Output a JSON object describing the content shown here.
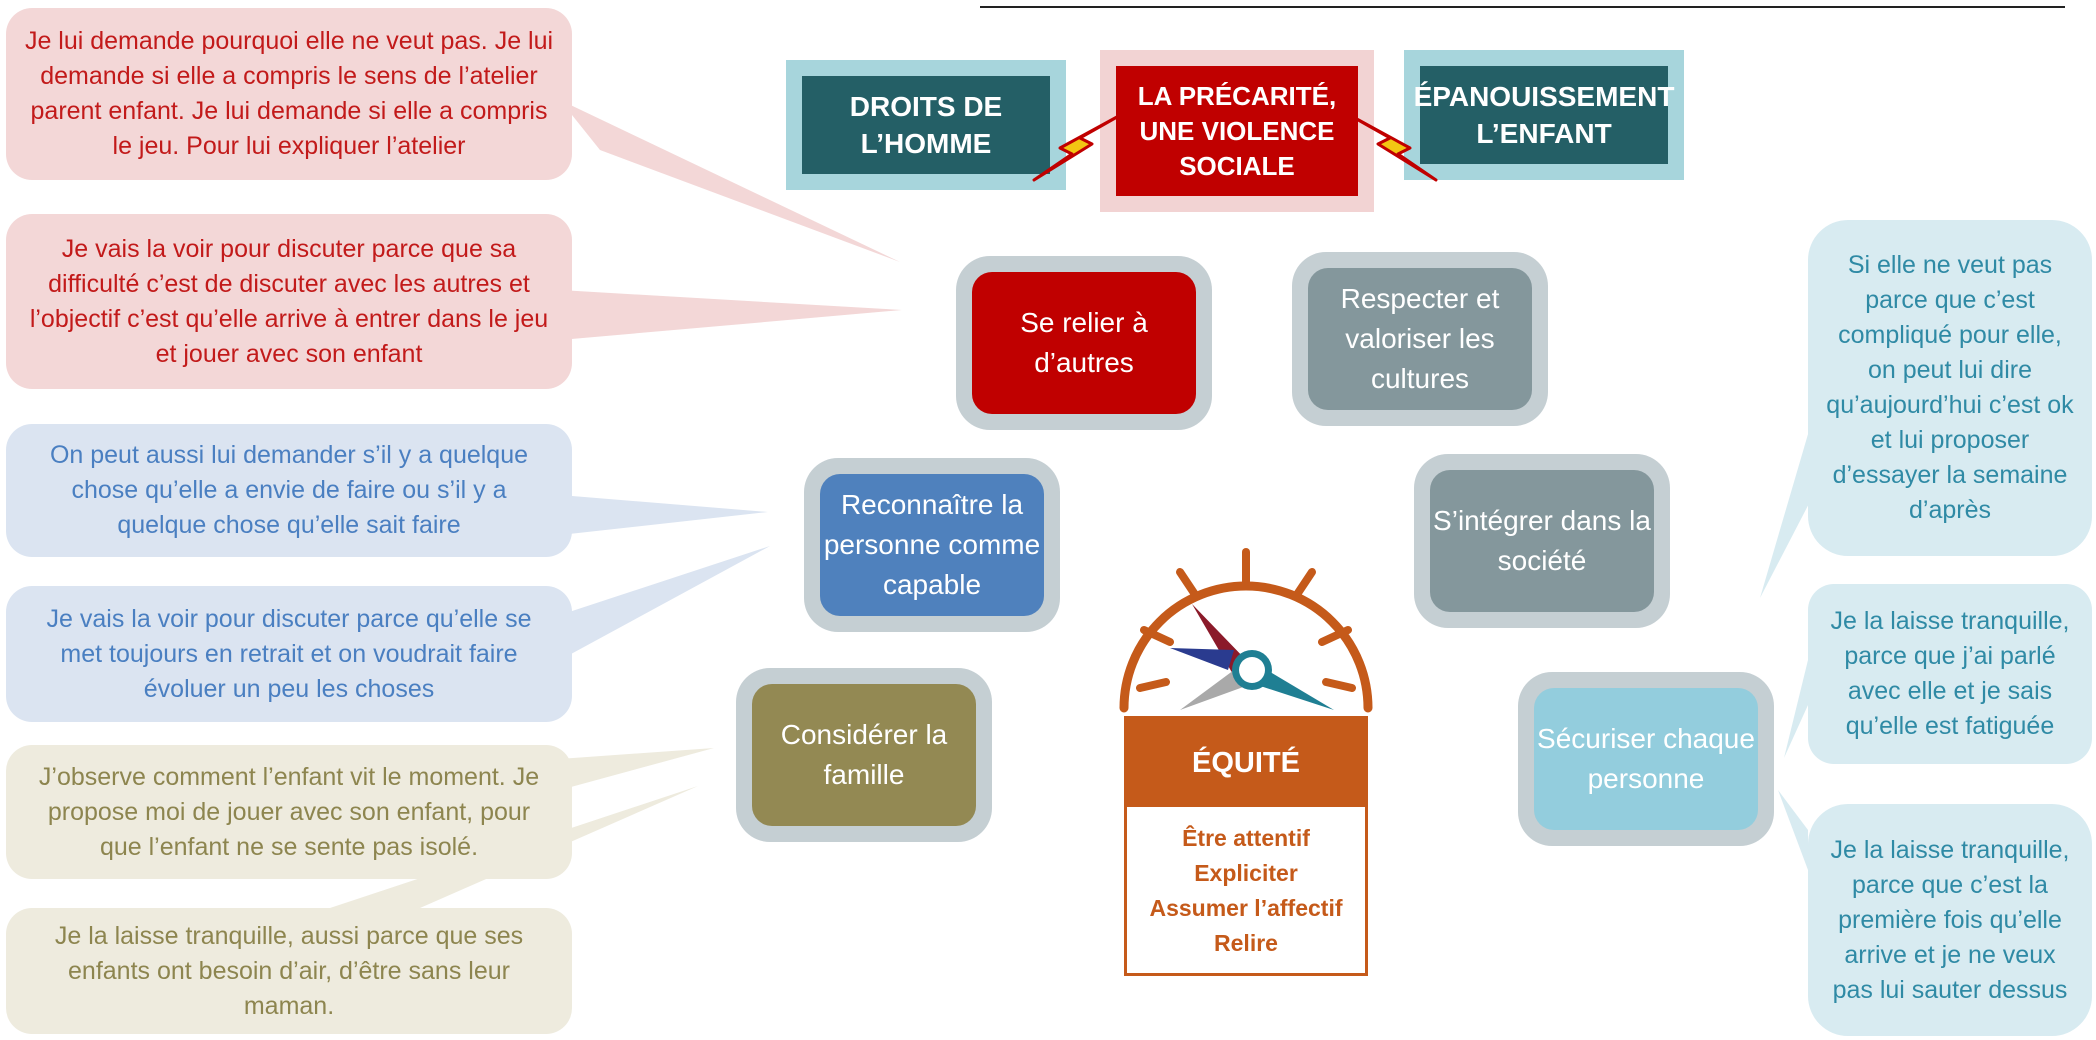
{
  "colors": {
    "red": "#c00000",
    "teal": "#245f66",
    "grey": "#84979c",
    "blue": "#4f81bd",
    "olive": "#938953",
    "lightblue": "#93cddd",
    "orange": "#c55a1a"
  },
  "header": {
    "left": "DROITS DE L’HOMME",
    "center": "LA PRÉCARITÉ, UNE VIOLENCE SOCIALE",
    "right": "ÉPANOUISSEMENT L’ENFANT"
  },
  "nodes": {
    "relier": "Se relier à d’autres",
    "respecter": "Respecter et valoriser les cultures",
    "reconnaitre": "Reconnaître la personne comme capable",
    "integrer": "S’intégrer dans la société",
    "considerer": "Considérer la famille",
    "securiser": "Sécuriser chaque personne"
  },
  "center": {
    "icon": "compass-gauge",
    "title": "ÉQUITÉ",
    "items": [
      "Être attentif",
      "Expliciter",
      "Assumer l’affectif",
      "Relire"
    ]
  },
  "left_bubbles": [
    "Je lui demande pourquoi elle ne veut pas. Je lui demande si elle a compris le sens de l’atelier parent enfant. Je lui demande si elle a compris le jeu. Pour lui expliquer l’atelier",
    "Je vais la voir pour discuter parce que sa difficulté c’est de discuter avec les autres et l’objectif c’est qu’elle arrive à entrer dans le jeu et jouer avec son enfant",
    "On peut aussi lui demander s’il y a quelque chose qu’elle a envie de faire ou s’il y a quelque chose qu’elle sait faire",
    "Je vais la voir pour discuter parce qu’elle se met toujours en retrait et on voudrait faire évoluer un peu les choses",
    "J’observe comment l’enfant vit le moment. Je propose moi de jouer avec son enfant, pour que l’enfant ne se sente pas isolé.",
    "Je la laisse tranquille, aussi parce que ses enfants ont besoin d’air, d’être sans leur maman."
  ],
  "right_bubbles": [
    "Si elle ne veut pas parce que c’est compliqué pour elle, on peut lui dire qu’aujourd’hui c’est ok et lui proposer d’essayer la semaine d’après",
    "Je la laisse tranquille, parce que j’ai parlé avec elle et je sais qu’elle est fatiguée",
    "Je la laisse tranquille, parce que c’est la première fois qu’elle arrive et je ne veux pas lui sauter dessus"
  ]
}
